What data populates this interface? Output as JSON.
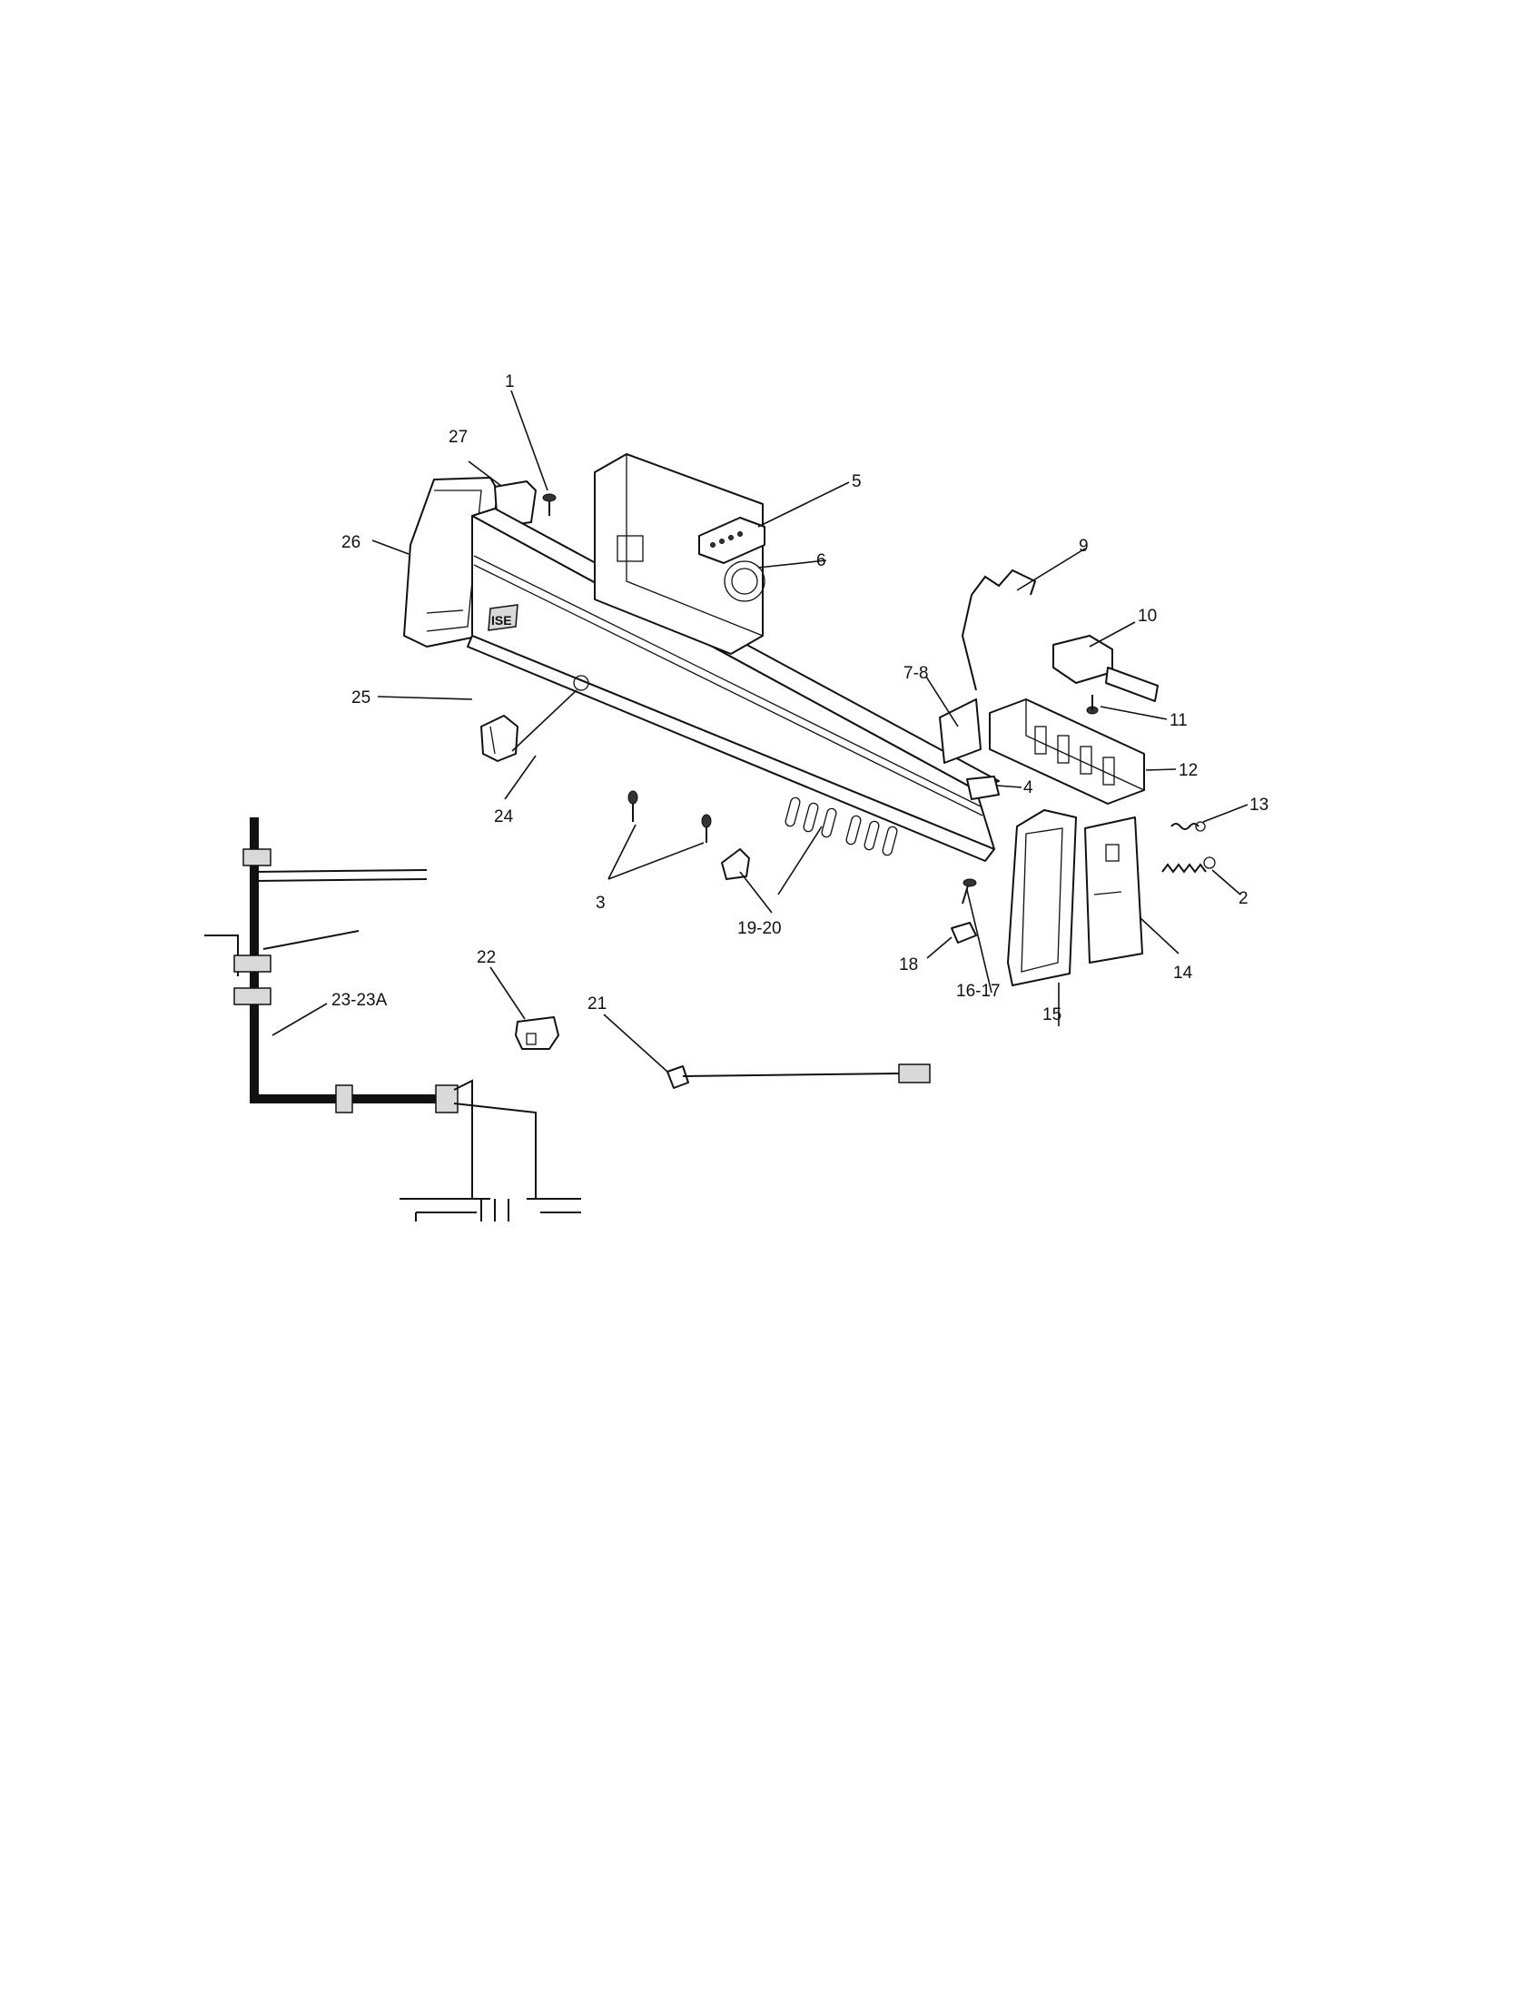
{
  "callouts": {
    "c1": "1",
    "c2": "2",
    "c3": "3",
    "c4": "4",
    "c5": "5",
    "c6": "6",
    "c7_8": "7-8",
    "c9": "9",
    "c10": "10",
    "c11": "11",
    "c12": "12",
    "c13": "13",
    "c14": "14",
    "c15": "15",
    "c16_17": "16-17",
    "c18": "18",
    "c19_20": "19-20",
    "c21": "21",
    "c22": "22",
    "c23_23a": "23-23A",
    "c24": "24",
    "c25": "25",
    "c26": "26",
    "c27": "27"
  },
  "panel_badge": "ISE"
}
